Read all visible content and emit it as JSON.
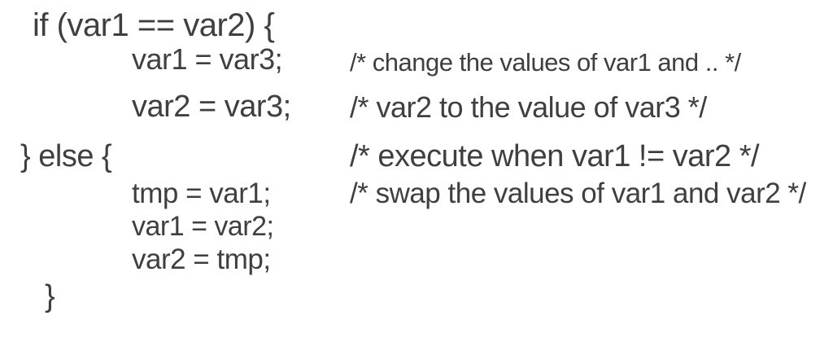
{
  "snippet": {
    "colors": {
      "text": "#3f3f3f",
      "background": "#ffffff"
    },
    "lines": [
      {
        "code": "if (var1 == var2) {",
        "comment": ""
      },
      {
        "code": "var1 = var3;",
        "comment": "/* change the values of var1 and .. */"
      },
      {
        "code": "var2 = var3;",
        "comment": "/* var2 to the value of var3 */"
      },
      {
        "code": "} else {",
        "comment": "/* execute when var1 != var2 */"
      },
      {
        "code": "tmp = var1;",
        "comment": "/* swap the values of var1 and var2 */"
      },
      {
        "code": "var1 = var2;",
        "comment": ""
      },
      {
        "code": "var2 = tmp;",
        "comment": ""
      },
      {
        "code": "}",
        "comment": ""
      }
    ]
  }
}
